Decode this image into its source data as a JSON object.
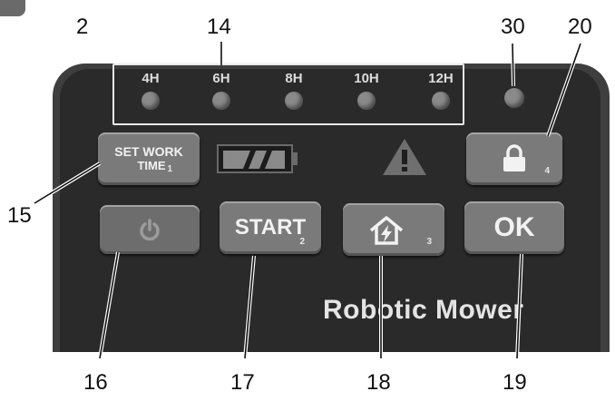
{
  "callouts": {
    "c2": "2",
    "c14": "14",
    "c30": "30",
    "c20": "20",
    "c15": "15",
    "c16": "16",
    "c17": "17",
    "c18": "18",
    "c19": "19"
  },
  "timer": {
    "labels": [
      "4H",
      "6H",
      "8H",
      "10H",
      "12H"
    ]
  },
  "buttons": {
    "set_work_time_line1": "SET WORK",
    "set_work_time_line2": "TIME",
    "set_work_time_num": "1",
    "start_label": "START",
    "start_num": "2",
    "home_num": "3",
    "lock_num": "4",
    "ok_label": "OK"
  },
  "brand": "Robotic Mower",
  "icons": {
    "battery": "battery-icon",
    "warning": "warning-icon",
    "lock": "lock-icon",
    "power": "power-icon",
    "home": "home-charging-icon"
  }
}
